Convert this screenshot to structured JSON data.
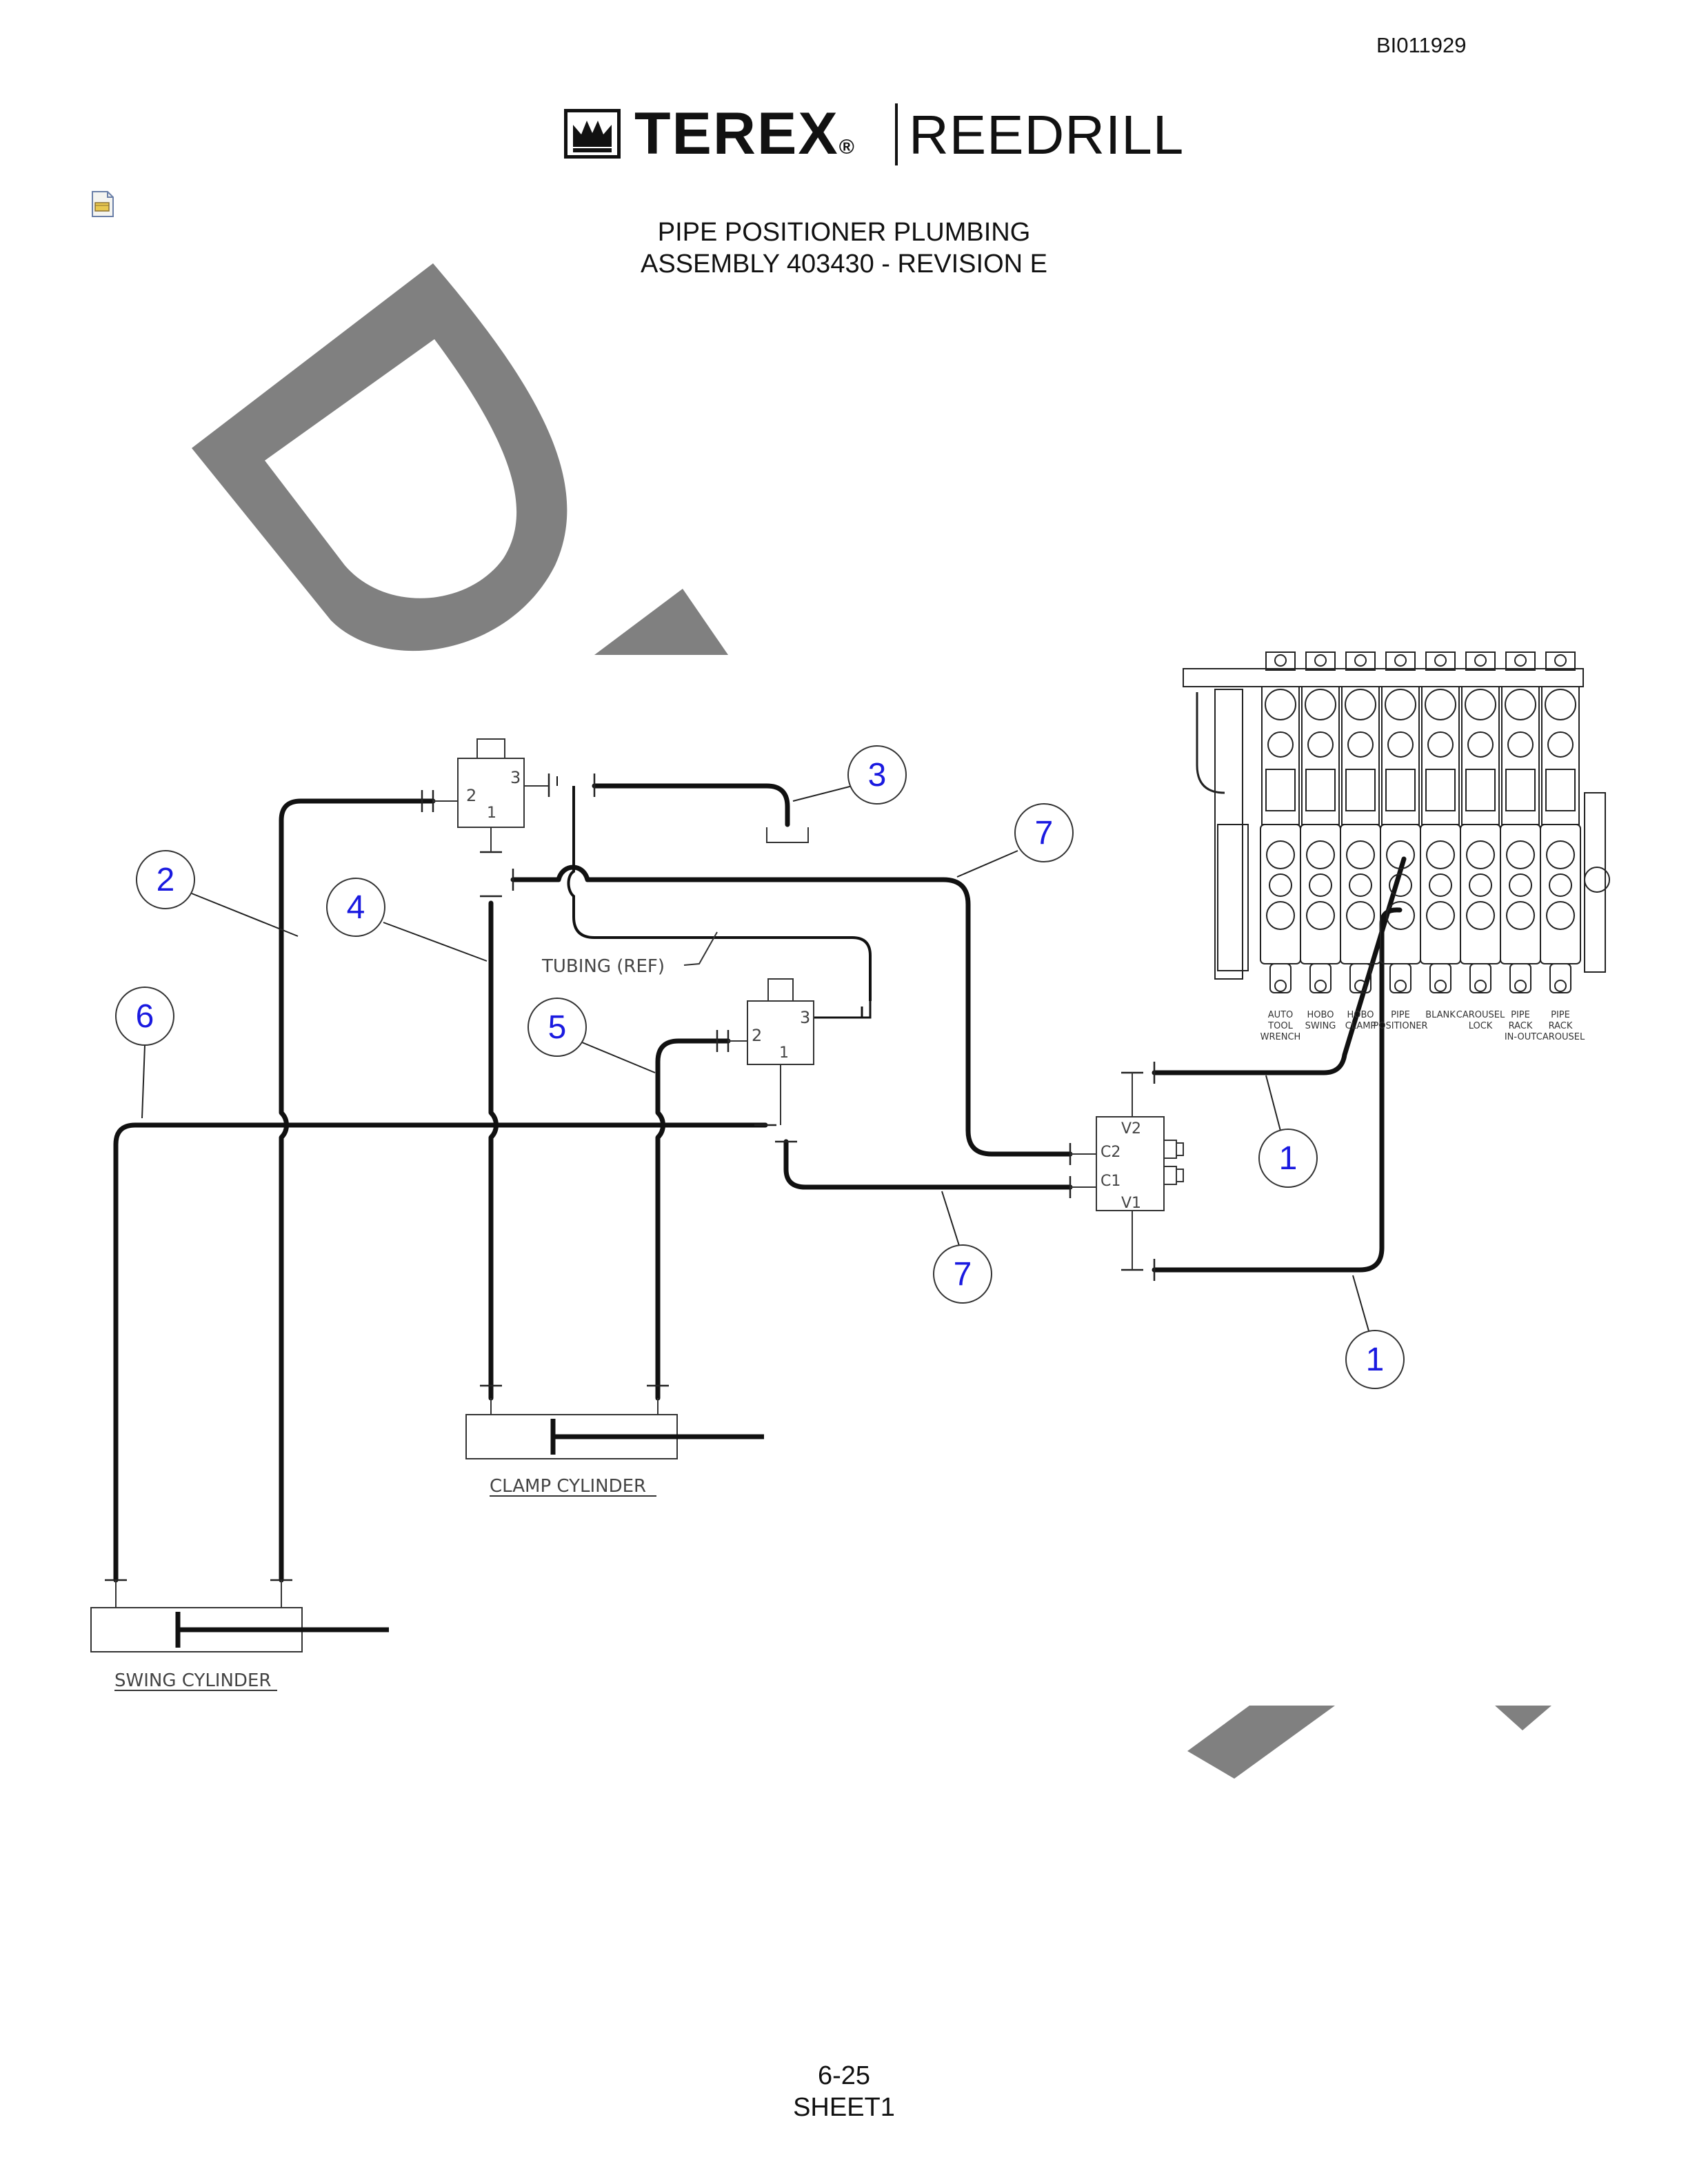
{
  "document_id": "BI011929",
  "logo": {
    "brand": "TEREX",
    "reg_mark": "®",
    "division": "REEDRILL",
    "icon": "terex-crown-icon"
  },
  "title": {
    "line1": "PIPE POSITIONER PLUMBING",
    "line2": "ASSEMBLY 403430 - REVISION E"
  },
  "footer": {
    "page": "6-25",
    "sheet": "SHEET1"
  },
  "watermark_color": "#808080",
  "balloon_color": "#1a1ae0",
  "callouts": [
    "2",
    "4",
    "6",
    "5",
    "3",
    "7",
    "7",
    "1",
    "1"
  ],
  "labels": {
    "tubing": "TUBING (REF)",
    "clamp_cylinder": "CLAMP CYLINDER",
    "swing_cylinder": "SWING CYLINDER"
  },
  "valve_ports": {
    "upper": {
      "p2": "2",
      "p3": "3",
      "p1": "1"
    },
    "lower": {
      "p2": "2",
      "p3": "3",
      "p1": "1"
    },
    "counterbalance": {
      "v2": "V2",
      "c2": "C2",
      "c1": "C1",
      "v1": "V1"
    }
  },
  "manifold_sections": [
    {
      "l1": "AUTO",
      "l2": "TOOL",
      "l3": "WRENCH"
    },
    {
      "l1": "HOBO",
      "l2": "SWING",
      "l3": ""
    },
    {
      "l1": "HOBO",
      "l2": "CLAMP",
      "l3": ""
    },
    {
      "l1": "PIPE",
      "l2": "POSITIONER",
      "l3": ""
    },
    {
      "l1": "BLANK",
      "l2": "",
      "l3": ""
    },
    {
      "l1": "CAROUSEL",
      "l2": "LOCK",
      "l3": ""
    },
    {
      "l1": "PIPE",
      "l2": "RACK",
      "l3": "IN-OUT"
    },
    {
      "l1": "PIPE",
      "l2": "RACK",
      "l3": "CAROUSEL"
    }
  ]
}
